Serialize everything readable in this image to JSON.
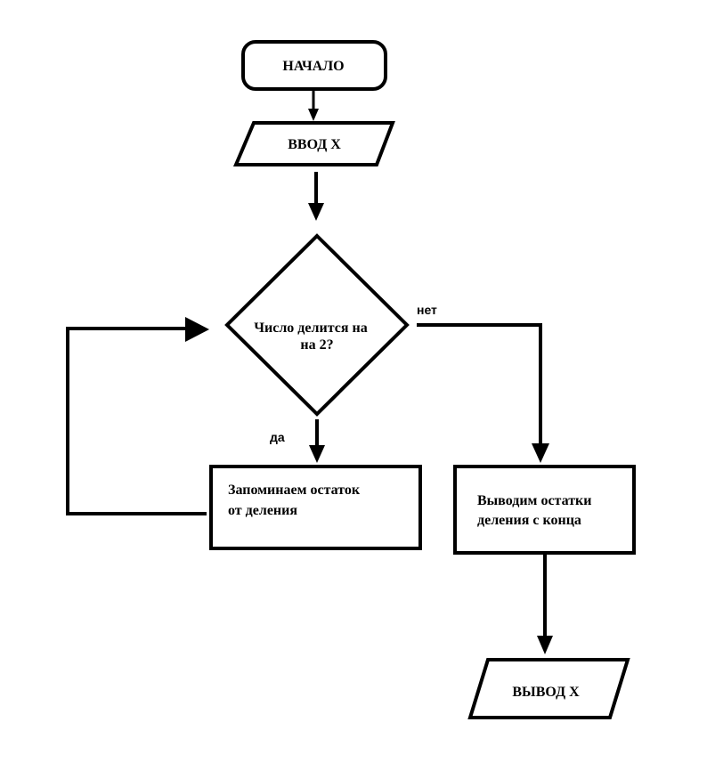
{
  "nodes": {
    "start": {
      "label": "НАЧАЛО"
    },
    "input": {
      "label": "ВВОД Х"
    },
    "decision": {
      "line1": "Число делится на",
      "line2": "на  2?"
    },
    "remember": {
      "line1": "Запоминаем остаток",
      "line2": "от деления"
    },
    "output_remainders": {
      "line1": "Выводим остатки",
      "line2": "деления с конца"
    },
    "output": {
      "label": "ВЫВОД Х"
    }
  },
  "edges": {
    "yes_label": "да",
    "no_label": "нет"
  },
  "colors": {
    "stroke": "#000000",
    "background": "#ffffff"
  }
}
